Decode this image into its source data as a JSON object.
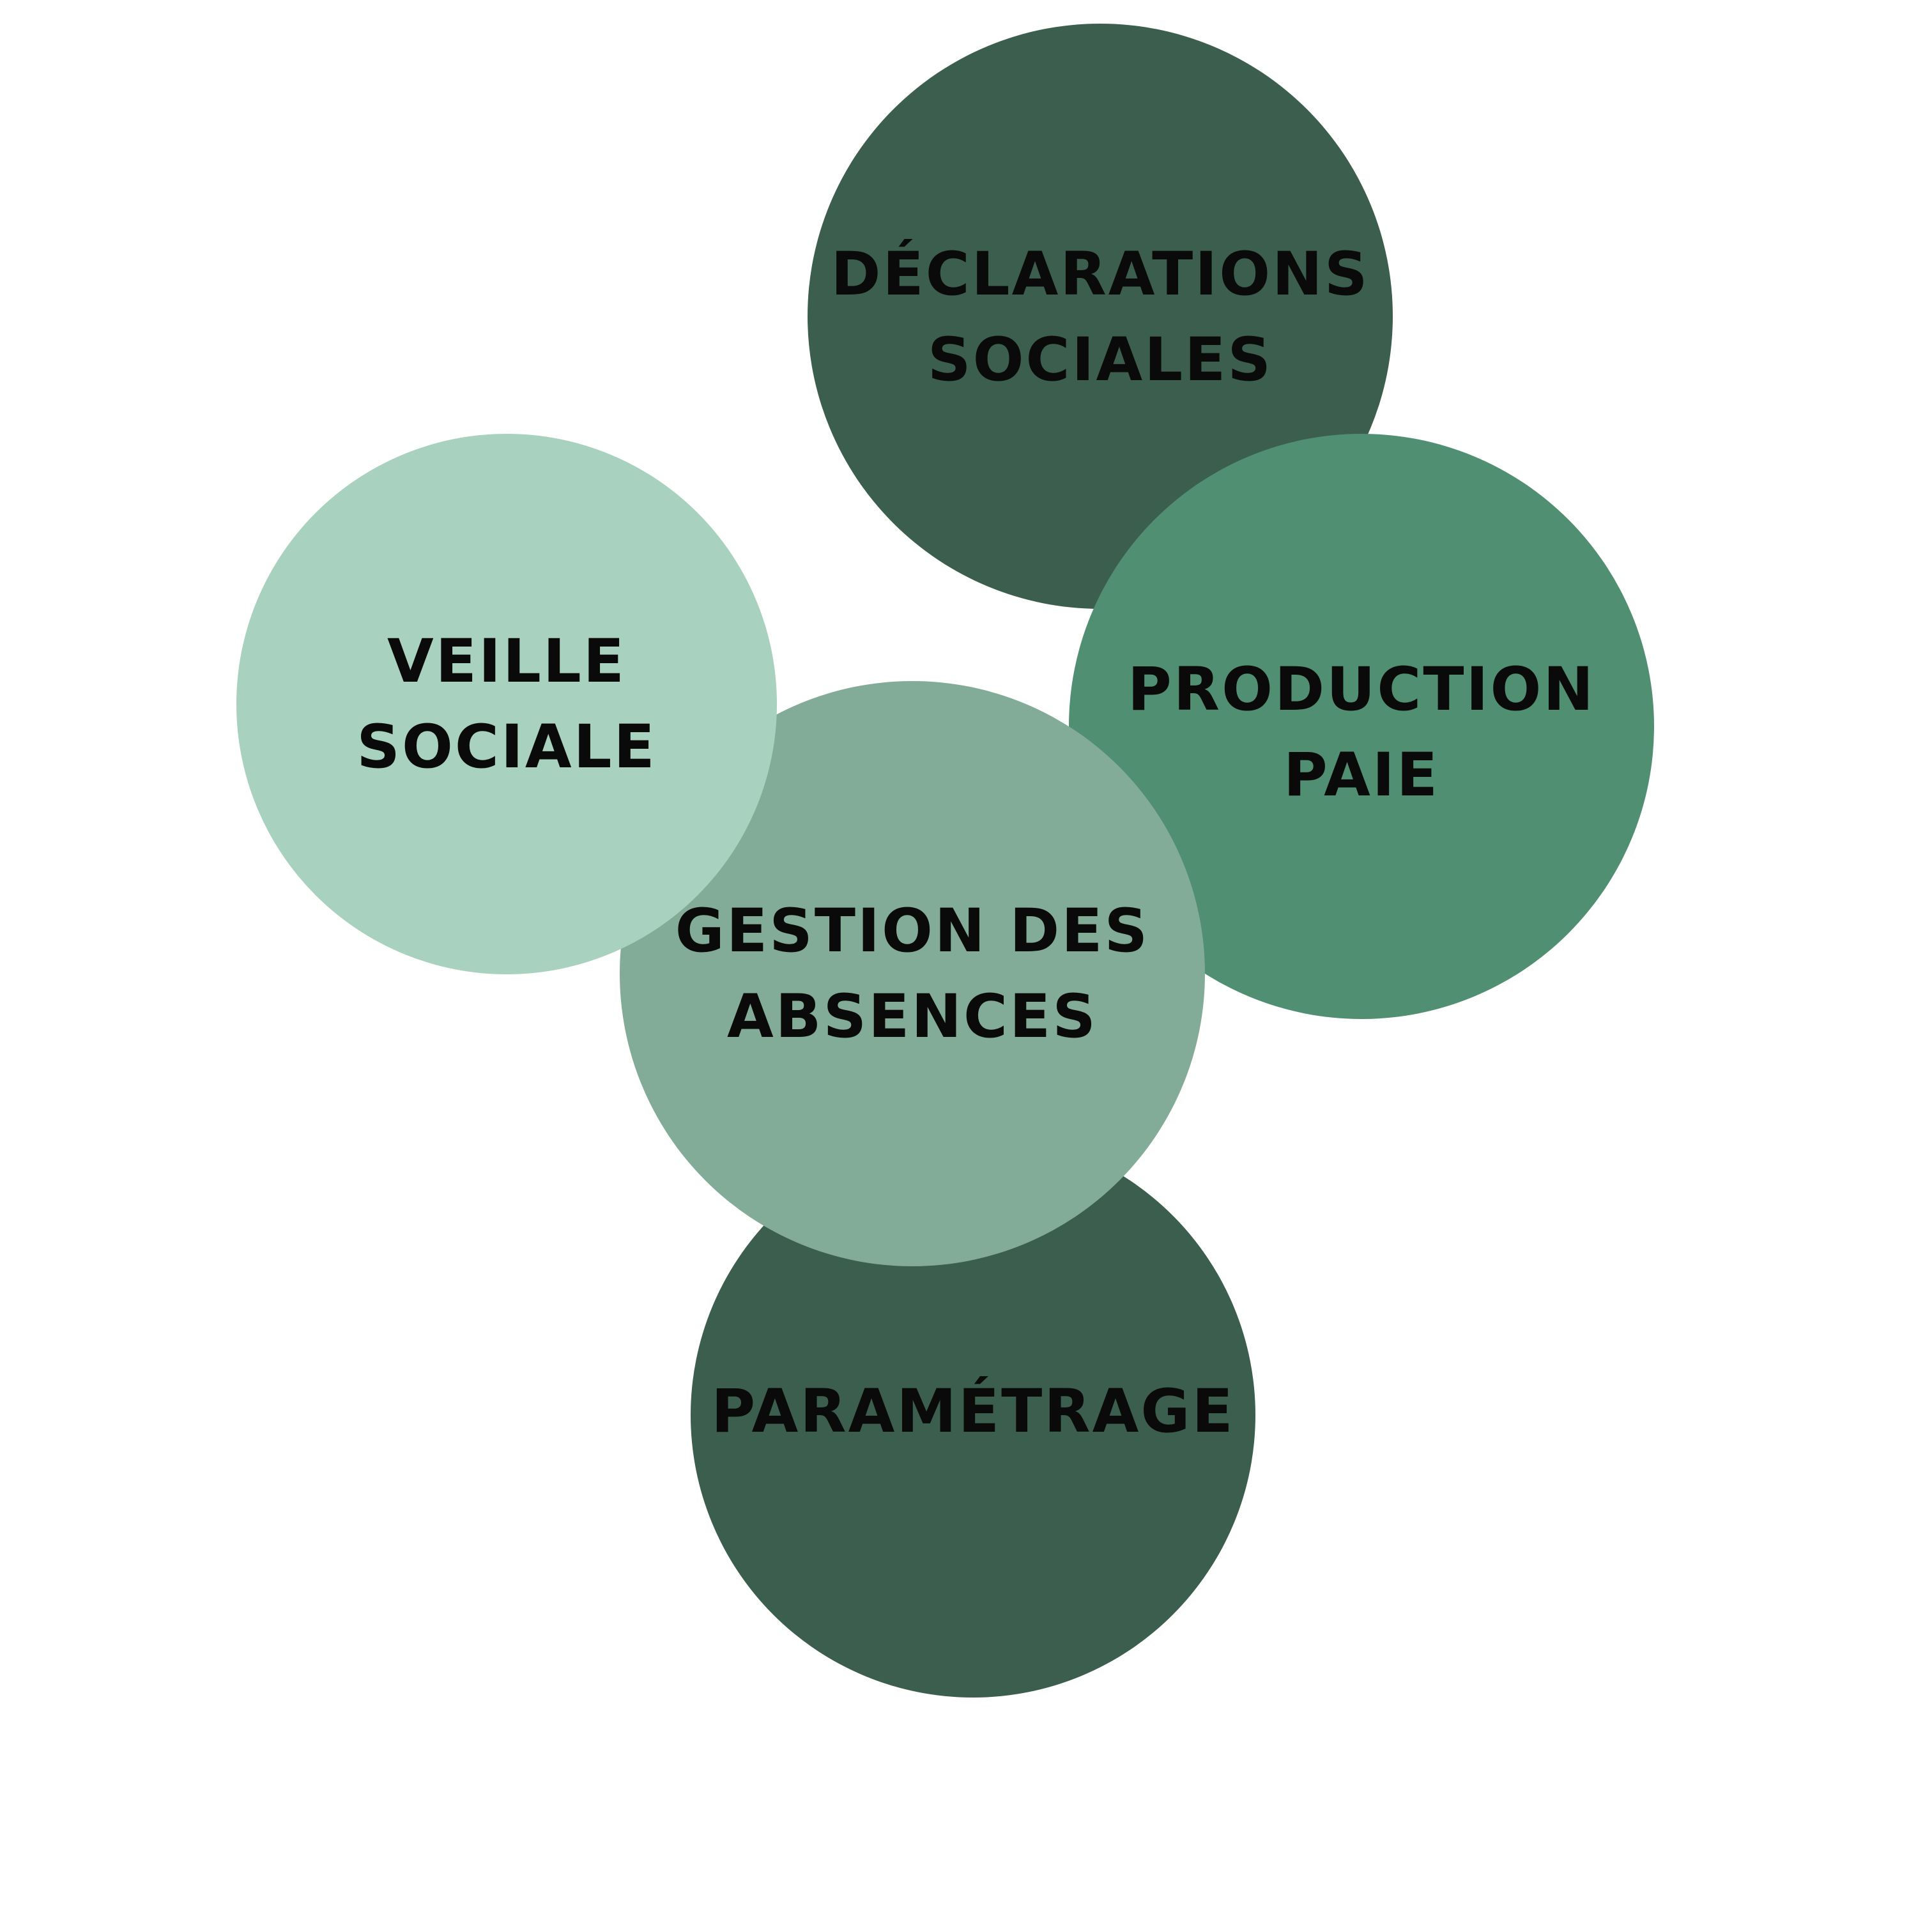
{
  "diagram": {
    "nodes": [
      {
        "id": "declarations",
        "line1": "DÉCLARATIONS",
        "line2": "SOCIALES",
        "color": "#3c5e4f"
      },
      {
        "id": "veille",
        "line1": "VEILLE",
        "line2": "SOCIALE",
        "color": "#a8d1bf"
      },
      {
        "id": "production",
        "line1": "PRODUCTION",
        "line2": "PAIE",
        "color": "#518f72"
      },
      {
        "id": "gestion",
        "line1": "GESTION DES",
        "line2": "ABSENCES",
        "color": "#83ac98"
      },
      {
        "id": "parametrage",
        "line1": "PARAMÉTRAGE",
        "color": "#3c5e4f"
      }
    ]
  }
}
